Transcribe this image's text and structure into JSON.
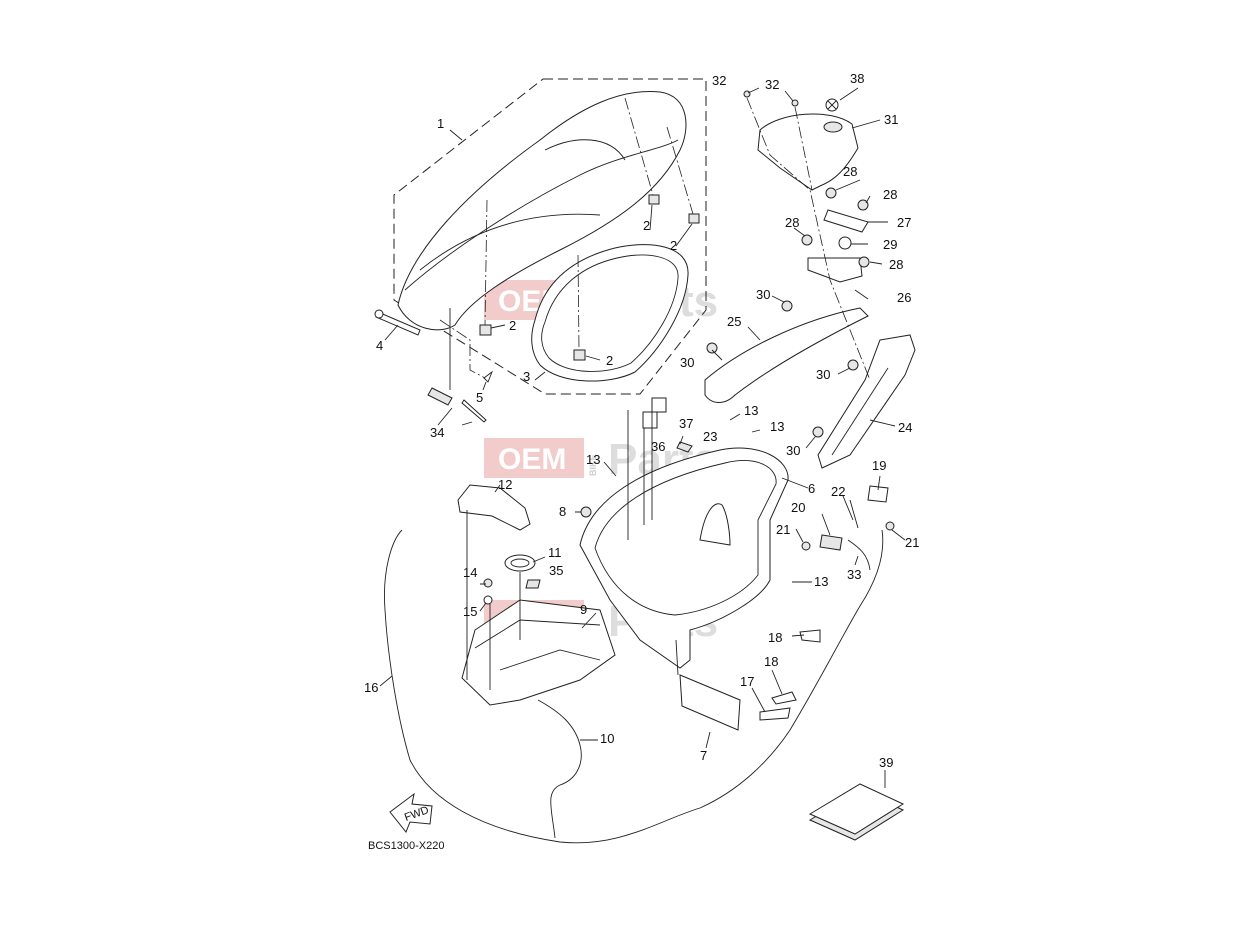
{
  "diagram": {
    "code": "BCS1300-X220",
    "fwd_label": "FWD",
    "watermark": {
      "brand_left": "OEM",
      "brand_mid": "BIKE",
      "brand_right": "Parts"
    },
    "callouts": {
      "c1": "1",
      "c2a": "2",
      "c2b": "2",
      "c2c": "2",
      "c2d": "2",
      "c3": "3",
      "c4": "4",
      "c5": "5",
      "c6": "6",
      "c7": "7",
      "c8": "8",
      "c9": "9",
      "c10": "10",
      "c11": "11",
      "c12": "12",
      "c13a": "13",
      "c13b": "13",
      "c13c": "13",
      "c13d": "13",
      "c14": "14",
      "c15": "15",
      "c16": "16",
      "c17": "17",
      "c18a": "18",
      "c18b": "18",
      "c19": "19",
      "c20": "20",
      "c21a": "21",
      "c21b": "21",
      "c22": "22",
      "c23": "23",
      "c24": "24",
      "c25": "25",
      "c26": "26",
      "c27": "27",
      "c28a": "28",
      "c28b": "28",
      "c28c": "28",
      "c28d": "28",
      "c29": "29",
      "c30a": "30",
      "c30b": "30",
      "c30c": "30",
      "c30d": "30",
      "c31": "31",
      "c32a": "32",
      "c32b": "32",
      "c33": "33",
      "c34": "34",
      "c35": "35",
      "c36": "36",
      "c37": "37",
      "c38": "38",
      "c39": "39"
    }
  }
}
